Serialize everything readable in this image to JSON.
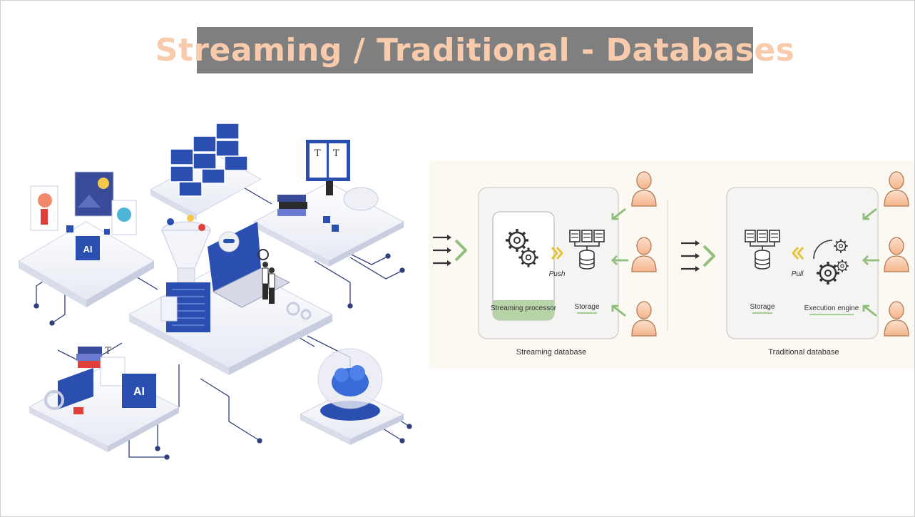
{
  "slide": {
    "title": "Streaming / Traditional - Databases"
  },
  "illustration": {
    "badge_top": "AI",
    "badge_bottom": "AI",
    "book_letter_1": "T",
    "book_letter_2": "T",
    "book_letter_3": "T"
  },
  "diagram": {
    "streaming": {
      "processor_label": "Streaming processor",
      "push_label": "Push",
      "storage_label": "Storage",
      "caption": "Streaming database"
    },
    "traditional": {
      "storage_label": "Storage",
      "pull_label": "Pull",
      "engine_label": "Execution engine",
      "caption": "Traditional database"
    },
    "colors": {
      "processor_fill": "#b7d3a8",
      "arrow_green": "#8fbf7a",
      "arrow_yellow": "#e8c23a",
      "user_fill": "#f8cbad",
      "user_stroke": "#b07a56",
      "background": "#fbf9f2"
    }
  }
}
